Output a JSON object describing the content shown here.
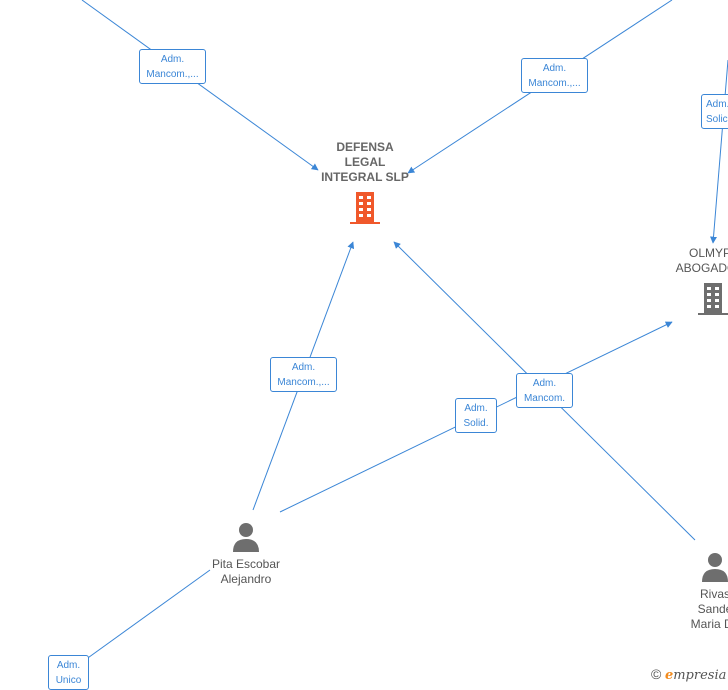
{
  "nodes": {
    "defensa_legal": {
      "name_lines": [
        "DEFENSA",
        "LEGAL",
        "INTEGRAL SLP"
      ],
      "icon": "building-icon",
      "color": "#f0582b"
    },
    "olmyp": {
      "name_lines": [
        "OLMYP",
        "ABOGADOS"
      ],
      "icon": "building-icon",
      "color": "#6e6e6e"
    },
    "pita_escobar": {
      "name_lines": [
        "Pita Escobar",
        "Alejandro"
      ],
      "icon": "person-icon",
      "color": "#6e6e6e"
    },
    "rivas": {
      "name_lines": [
        "Rivas",
        "Sande",
        "Maria De"
      ],
      "icon": "person-icon",
      "color": "#6e6e6e"
    }
  },
  "edge_labels": [
    {
      "id": "e1",
      "lines": [
        "Adm.",
        "Mancom.,..."
      ]
    },
    {
      "id": "e2",
      "lines": [
        "Adm.",
        "Mancom.,..."
      ]
    },
    {
      "id": "e3",
      "lines": [
        "Adm.",
        "Solic"
      ]
    },
    {
      "id": "e4",
      "lines": [
        "Adm.",
        "Mancom.,..."
      ]
    },
    {
      "id": "e5",
      "lines": [
        "Adm.",
        "Mancom."
      ]
    },
    {
      "id": "e6",
      "lines": [
        "Adm.",
        "Solid."
      ]
    },
    {
      "id": "e7",
      "lines": [
        "Adm.",
        "Unico"
      ]
    }
  ],
  "watermark": {
    "copyright": "©",
    "e": "e",
    "brand": "mpresia"
  },
  "colors": {
    "edge": "#3b86d6",
    "company_highlight": "#f0582b",
    "neutral": "#6e6e6e"
  }
}
